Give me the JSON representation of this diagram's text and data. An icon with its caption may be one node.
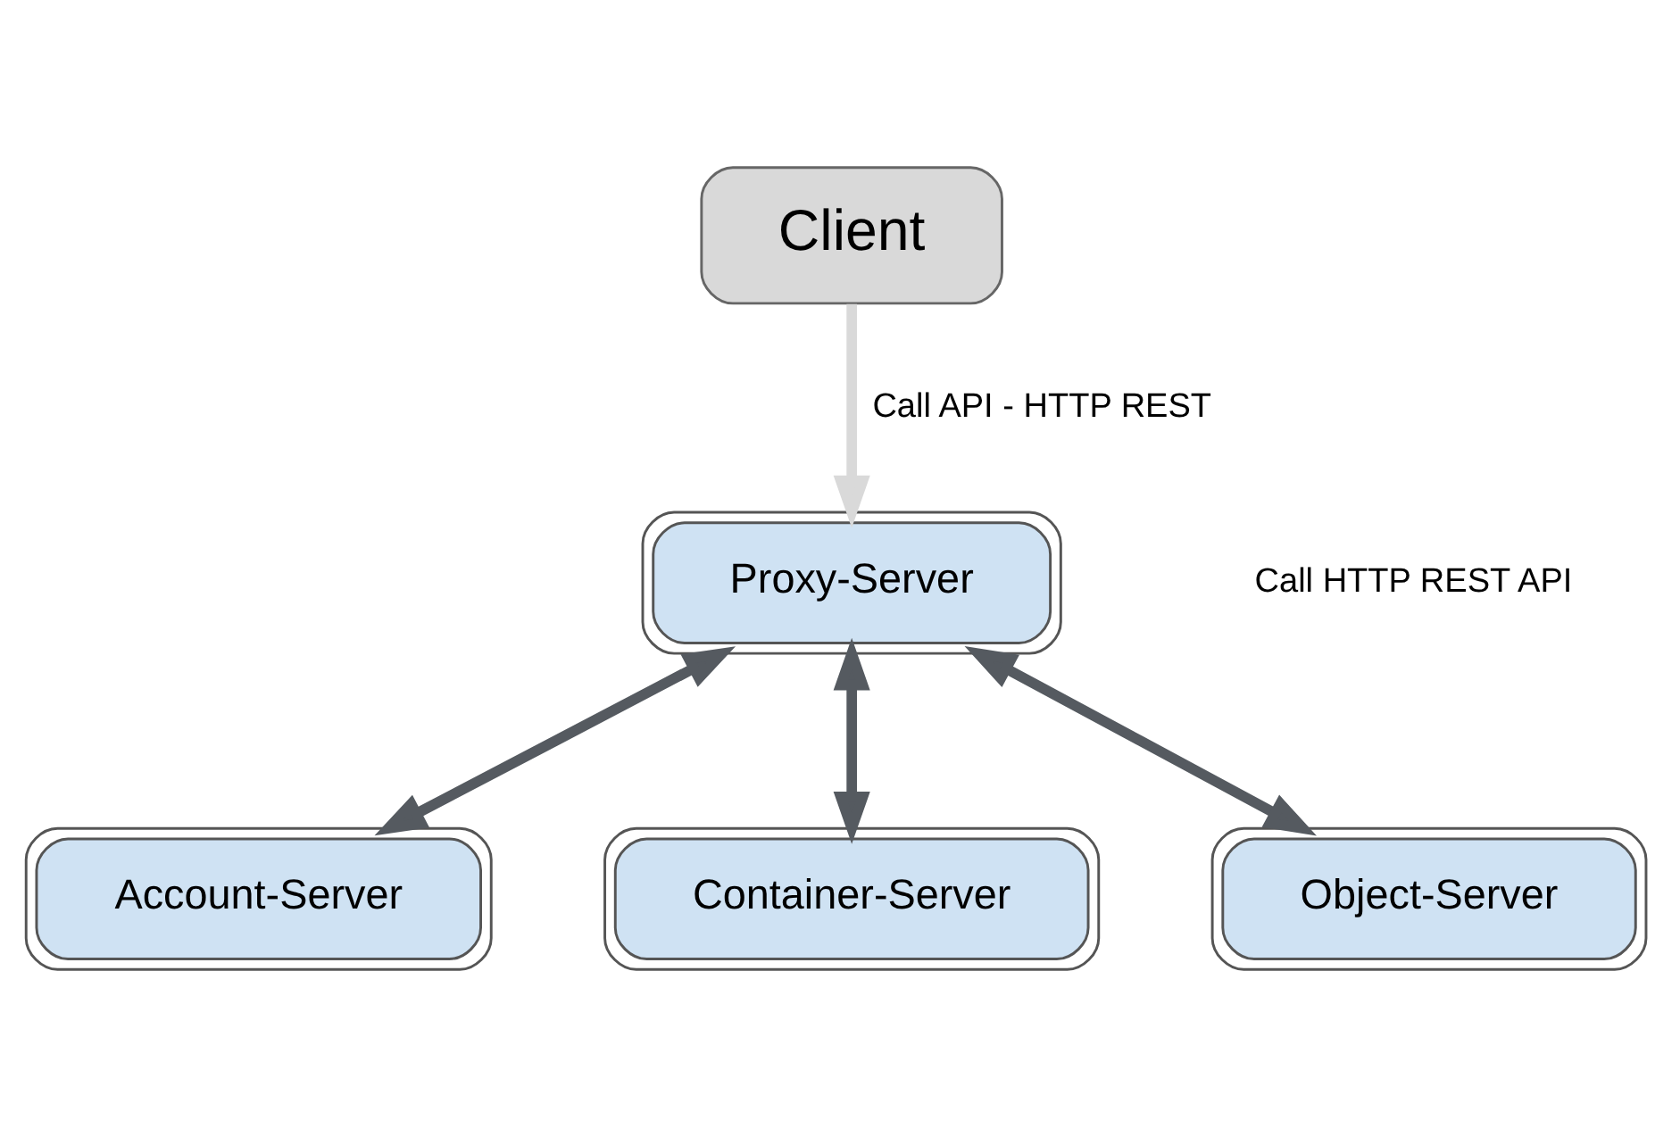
{
  "diagram": {
    "nodes": [
      {
        "text": [
          "Client"
        ]
      },
      {
        "text": [
          "Proxy-Server"
        ]
      },
      {
        "text": [
          "Account-Server"
        ]
      },
      {
        "text": [
          "Container-Server"
        ]
      },
      {
        "text": [
          "Object-Server"
        ]
      }
    ],
    "edges": [
      {
        "from": 0,
        "to": 1,
        "arrow": "to",
        "label": "Call API - HTTP REST",
        "color": "#d9d9d9"
      },
      {
        "from": 1,
        "to": 2,
        "arrow": "both"
      },
      {
        "from": 1,
        "to": 3,
        "arrow": "both"
      },
      {
        "from": 1,
        "to": 4,
        "arrow": "both"
      }
    ],
    "labels": [
      "Call HTTP REST API"
    ]
  }
}
